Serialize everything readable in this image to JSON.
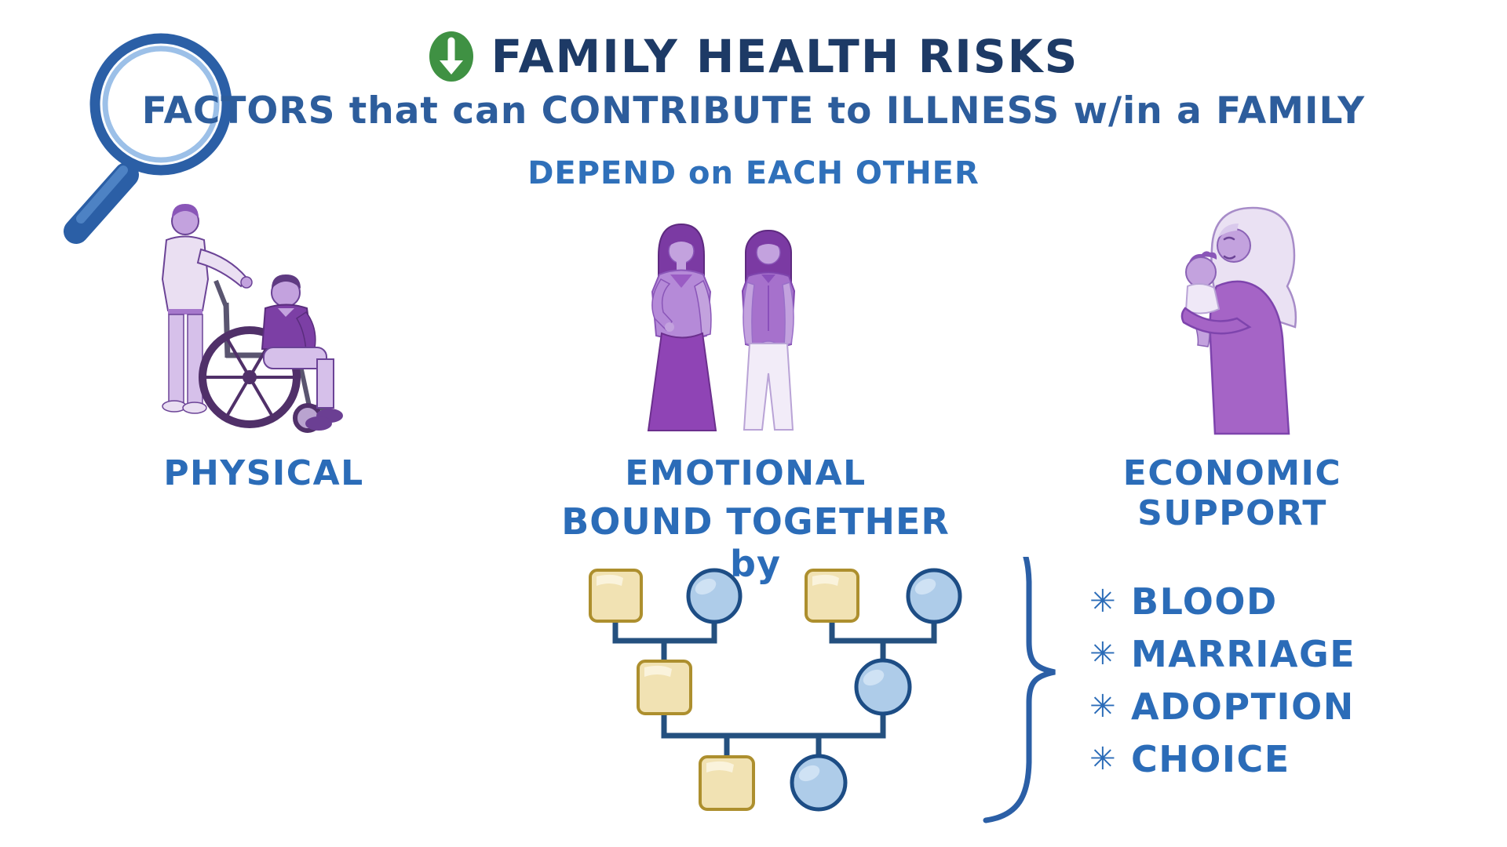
{
  "header": {
    "icon": "down-arrow-icon",
    "title": "FAMILY HEALTH RISKS",
    "subtitle": "FACTORS that can CONTRIBUTE to ILLNESS w/in a FAMILY",
    "tagline": "DEPEND on EACH OTHER"
  },
  "categories": [
    {
      "label": "PHYSICAL",
      "illustration": "man pushing man in wheelchair"
    },
    {
      "label": "EMOTIONAL",
      "illustration": "two women standing together"
    },
    {
      "label": "ECONOMIC SUPPORT",
      "illustration": "mother in hijab holding baby"
    }
  ],
  "bound": {
    "heading": "BOUND TOGETHER by",
    "bullet": "✳",
    "items": [
      "BLOOD",
      "MARRIAGE",
      "ADOPTION",
      "CHOICE"
    ]
  },
  "pedigree": {
    "description": "three-generation family tree joined by a curly brace to the bound-by list",
    "male_symbol": "square",
    "female_symbol": "circle",
    "squares": 4,
    "circles": 4,
    "generations": 3
  },
  "colors": {
    "title_navy": "#1d3a66",
    "subtitle_blue": "#2d5d9c",
    "accent_blue": "#2b6cb8",
    "arrow_green": "#3f9143",
    "magnifier_blue": "#2b5fa6",
    "pedigree_square_fill": "#f1e2b3",
    "pedigree_square_border": "#ad8f2e",
    "pedigree_circle_fill": "#aecce9",
    "pedigree_circle_border": "#1d4d85",
    "pedigree_line": "#24507f",
    "illustration_purple": "#8f44b5"
  }
}
